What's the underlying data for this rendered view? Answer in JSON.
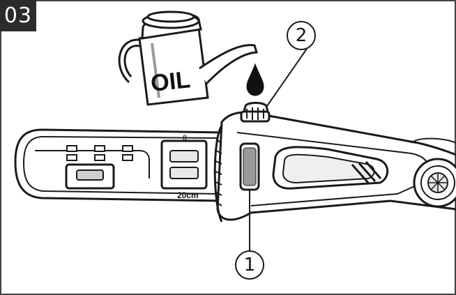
{
  "step_number": "03",
  "oil_can": {
    "label": "OIL"
  },
  "bar_markings": {
    "size_text": "20cm",
    "mark_text": "8"
  },
  "callouts": [
    {
      "number": "1"
    },
    {
      "number": "2"
    }
  ],
  "colors": {
    "accent_window": "#9a9a9a",
    "line": "#1a1a1a",
    "badge_bg": "#2b2b2b"
  }
}
